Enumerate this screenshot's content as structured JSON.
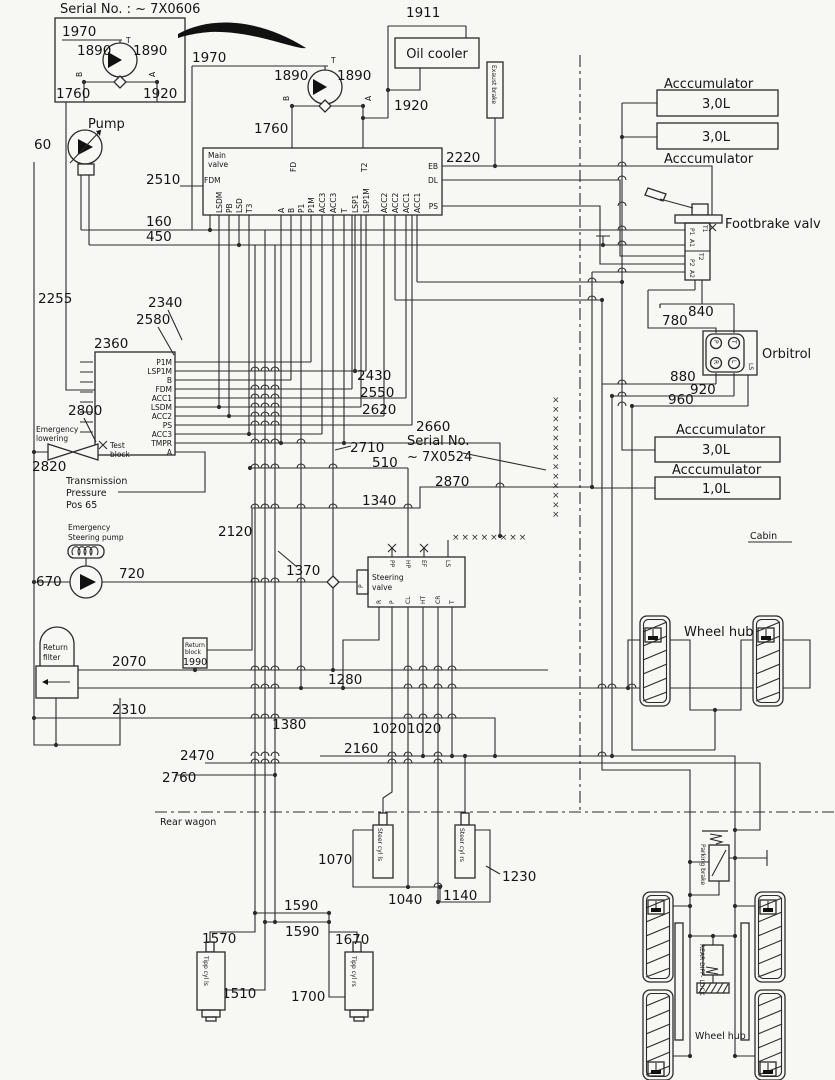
{
  "diagram": {
    "serial_box": {
      "title": "Serial No. : ~ 7X0606",
      "n_top": "1970",
      "n_left": "1890",
      "n_right": "1890",
      "t": "T",
      "b": "B",
      "a": "A",
      "n_bl": "1760",
      "n_br": "1920"
    },
    "pump": {
      "label": "Pump",
      "n": "60"
    },
    "pump2": {
      "n_top": "1970",
      "n_left": "1890",
      "n_right": "1890",
      "t": "T",
      "b": "B",
      "a": "A",
      "n_bl": "1760",
      "n_br": "1920"
    },
    "oil_cooler": {
      "label": "Oil cooler",
      "n": "1911"
    },
    "exhaust_brake": {
      "label": "Exaust brake",
      "n": "2220"
    },
    "main_valve": {
      "title1": "Main",
      "title2": "valve",
      "fd": "FD",
      "t2": "T2",
      "eb": "EB",
      "dl": "DL",
      "ps": "PS",
      "bottom_ports": [
        "FDM",
        "LSDM",
        "PB",
        "LSD",
        "T3",
        "A",
        "B",
        "P1",
        "P1M",
        "ACC3",
        "ACC3",
        "T",
        "LSP1",
        "LSP1M",
        "ACC2",
        "ACC2",
        "ACC1",
        "ACC1"
      ],
      "n2510": "2510"
    },
    "test_block": {
      "n2360": "2360",
      "ports": [
        "P1M",
        "LSP1M",
        "B",
        "FDM",
        "ACC1",
        "LSDM",
        "ACC2",
        "PS",
        "ACC3",
        "TMPR",
        "A"
      ],
      "label1": "Test",
      "label2": "block"
    },
    "emergency_lowering": {
      "l1": "Emergency",
      "l2": "lowering",
      "n2800": "2800",
      "n2820": "2820"
    },
    "transmission": {
      "l1": "Transmission",
      "l2": "Pressure",
      "l3": "Pos 65"
    },
    "serial_note": {
      "l1": "Serial No.",
      "l2": "~ 7X0524"
    },
    "pipes": {
      "p160": "160",
      "p450": "450",
      "p2255": "2255",
      "p2340": "2340",
      "p2580": "2580",
      "p2430": "2430",
      "p2550": "2550",
      "p2620": "2620",
      "p2660": "2660",
      "p2710": "2710",
      "p510": "510",
      "p1340": "1340",
      "p2870": "2870",
      "p2120": "2120",
      "p1370": "1370",
      "p670": "670",
      "p720": "720",
      "p2070": "2070",
      "p2310": "2310",
      "p1280": "1280",
      "p1380": "1380",
      "p1020a": "1020",
      "p1020b": "1020",
      "p2160": "2160",
      "p2470": "2470",
      "p2760": "2760",
      "p780": "780",
      "p840": "840",
      "p880": "880",
      "p920": "920",
      "p960": "960",
      "p1070": "1070",
      "p1040": "1040",
      "p1140": "1140",
      "p1230": "1230",
      "p1570": "1570",
      "p1590a": "1590",
      "p1590b": "1590",
      "p1670": "1670",
      "p1510": "1510",
      "p1700": "1700"
    },
    "accumulators": {
      "label_top": "Acccumulator",
      "top1": "3,0L",
      "top2": "3,0L",
      "label_top2": "Acccumulator",
      "label_mid": "Acccumulator",
      "mid": "3,0L",
      "label_low": "Acccumulator",
      "low": "1,0L"
    },
    "footbrake": {
      "label": "Footbrake valv",
      "t1": "T1",
      "p1": "P1",
      "a1": "A1",
      "t2": "T2",
      "p2": "P2",
      "a2": "A2"
    },
    "orbitrol": {
      "label": "Orbitrol",
      "p": "P",
      "t": "T",
      "r": "R",
      "l": "L",
      "ls": "LS"
    },
    "cabin": {
      "label": "Cabin"
    },
    "steering_valve": {
      "l1": "Steering",
      "l2": "valve",
      "pp": "PP",
      "hp": "HP",
      "ef": "EF",
      "ls": "LS",
      "p": "P",
      "r": "R",
      "p2": "P",
      "cl": "CL",
      "ht": "HT",
      "cr": "CR",
      "t": "T"
    },
    "emergency_steering": {
      "l1": "Emergency",
      "l2": "Steering pump"
    },
    "return_filter": {
      "l1": "Return",
      "l2": "filter"
    },
    "return_block": {
      "l1": "Return",
      "l2": "block",
      "n": "1990"
    },
    "rear_wagon": {
      "label": "Rear wagon"
    },
    "wheel_hub": {
      "top": "Wheel hub",
      "bottom": "Wheel hub"
    },
    "cylinders": {
      "steer_ls": "Steer cyl ls",
      "steer_rs": "Steer cyl rs",
      "tipp_ls": "Tipp cyl ls",
      "tipp_rs": "Tipp cyl rs"
    },
    "parking_brake": {
      "label": "Parking brake"
    },
    "diff_lock": {
      "label": "REAR DIFF- LOCK"
    },
    "decor": {
      "x_col": "×××××××××××××",
      "x_row": "××××××××"
    }
  }
}
